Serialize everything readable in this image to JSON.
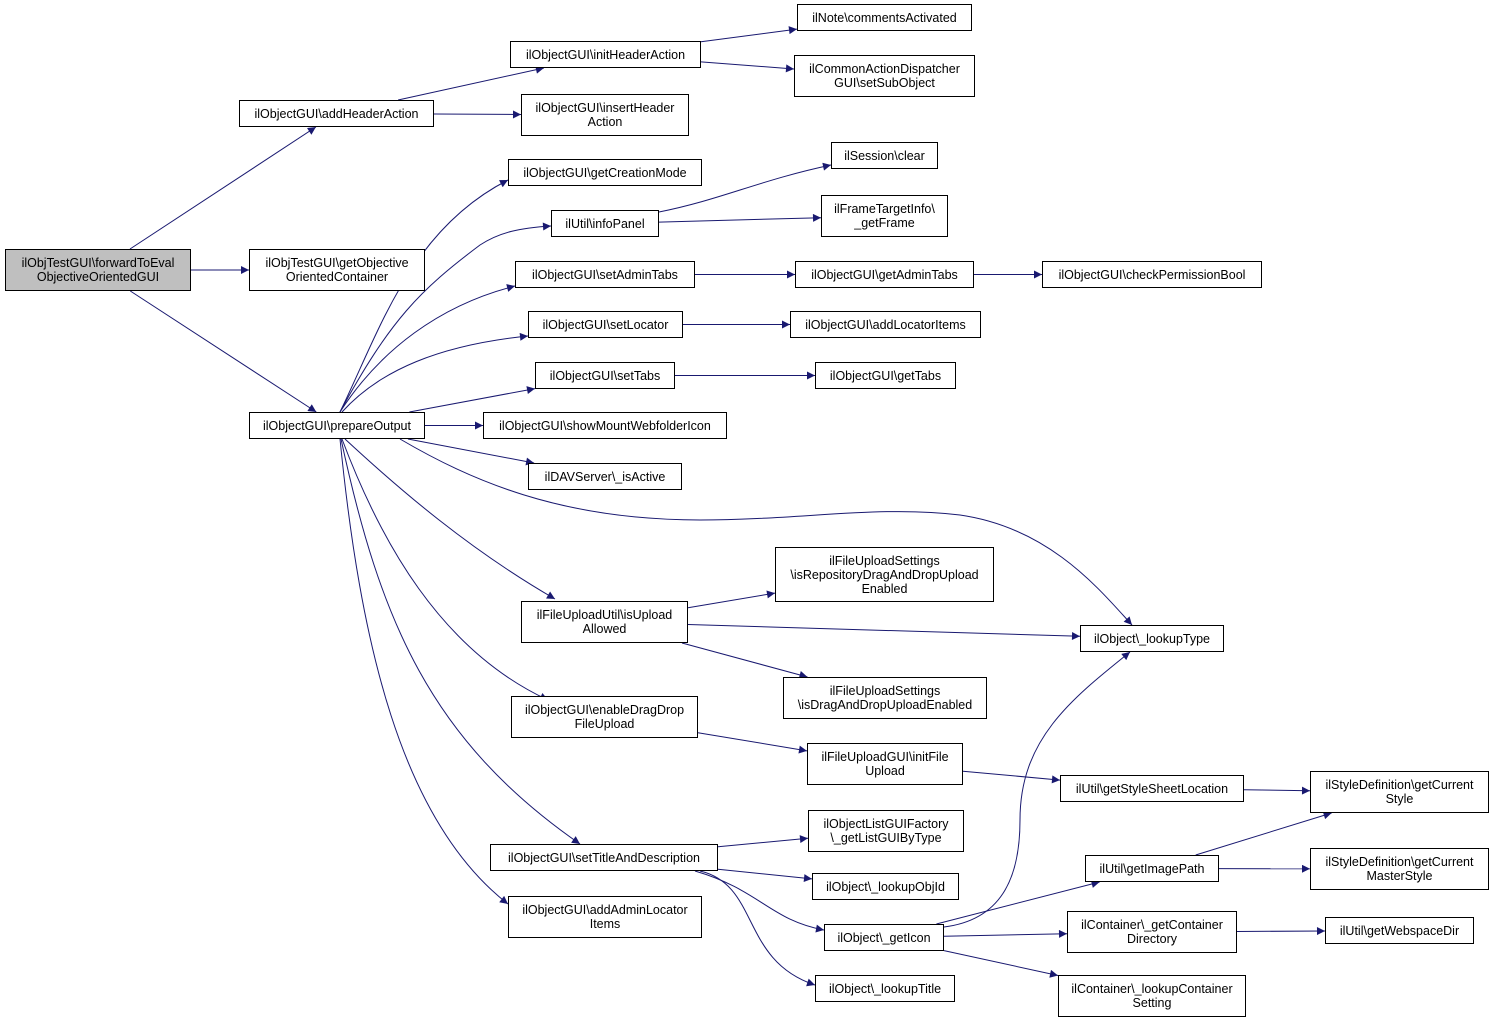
{
  "nodes": [
    {
      "id": "root",
      "lines": [
        "ilObjTestGUI\\forwardToEval",
        "ObjectiveOrientedGUI"
      ],
      "root": true
    },
    {
      "id": "addHeaderAction",
      "lines": [
        "ilObjectGUI\\addHeaderAction"
      ]
    },
    {
      "id": "getObjCont",
      "lines": [
        "ilObjTestGUI\\getObjective",
        "OrientedContainer"
      ]
    },
    {
      "id": "prepareOutput",
      "lines": [
        "ilObjectGUI\\prepareOutput"
      ]
    },
    {
      "id": "initHeaderAction",
      "lines": [
        "ilObjectGUI\\initHeaderAction"
      ]
    },
    {
      "id": "insertHeaderAction",
      "lines": [
        "ilObjectGUI\\insertHeader",
        "Action"
      ]
    },
    {
      "id": "commentsActivated",
      "lines": [
        "ilNote\\commentsActivated"
      ]
    },
    {
      "id": "setSubObject",
      "lines": [
        "ilCommonActionDispatcher",
        "GUI\\setSubObject"
      ]
    },
    {
      "id": "getCreationMode",
      "lines": [
        "ilObjectGUI\\getCreationMode"
      ]
    },
    {
      "id": "infoPanel",
      "lines": [
        "ilUtil\\infoPanel"
      ]
    },
    {
      "id": "sessionClear",
      "lines": [
        "ilSession\\clear"
      ]
    },
    {
      "id": "getFrame",
      "lines": [
        "ilFrameTargetInfo\\",
        "_getFrame"
      ]
    },
    {
      "id": "setAdminTabs",
      "lines": [
        "ilObjectGUI\\setAdminTabs"
      ]
    },
    {
      "id": "getAdminTabs",
      "lines": [
        "ilObjectGUI\\getAdminTabs"
      ]
    },
    {
      "id": "checkPermissionBool",
      "lines": [
        "ilObjectGUI\\checkPermissionBool"
      ]
    },
    {
      "id": "setLocator",
      "lines": [
        "ilObjectGUI\\setLocator"
      ]
    },
    {
      "id": "addLocatorItems",
      "lines": [
        "ilObjectGUI\\addLocatorItems"
      ]
    },
    {
      "id": "setTabs",
      "lines": [
        "ilObjectGUI\\setTabs"
      ]
    },
    {
      "id": "getTabs",
      "lines": [
        "ilObjectGUI\\getTabs"
      ]
    },
    {
      "id": "showMountWebfolderIcon",
      "lines": [
        "ilObjectGUI\\showMountWebfolderIcon"
      ]
    },
    {
      "id": "isActive",
      "lines": [
        "ilDAVServer\\_isActive"
      ]
    },
    {
      "id": "isRepoDnD",
      "lines": [
        "ilFileUploadSettings",
        "\\isRepositoryDragAndDropUpload",
        "Enabled"
      ]
    },
    {
      "id": "isUploadAllowed",
      "lines": [
        "ilFileUploadUtil\\isUpload",
        "Allowed"
      ]
    },
    {
      "id": "lookupType",
      "lines": [
        "ilObject\\_lookupType"
      ]
    },
    {
      "id": "isDnD",
      "lines": [
        "ilFileUploadSettings",
        "\\isDragAndDropUploadEnabled"
      ]
    },
    {
      "id": "enableDragDrop",
      "lines": [
        "ilObjectGUI\\enableDragDrop",
        "FileUpload"
      ]
    },
    {
      "id": "initFileUpload",
      "lines": [
        "ilFileUploadGUI\\initFile",
        "Upload"
      ]
    },
    {
      "id": "getStyleSheetLocation",
      "lines": [
        "ilUtil\\getStyleSheetLocation"
      ]
    },
    {
      "id": "getCurrentStyle",
      "lines": [
        "ilStyleDefinition\\getCurrent",
        "Style"
      ]
    },
    {
      "id": "getListGUIByType",
      "lines": [
        "ilObjectListGUIFactory",
        "\\_getListGUIByType"
      ]
    },
    {
      "id": "setTitleAndDescription",
      "lines": [
        "ilObjectGUI\\setTitleAndDescription"
      ]
    },
    {
      "id": "getImagePath",
      "lines": [
        "ilUtil\\getImagePath"
      ]
    },
    {
      "id": "getCurrentMasterStyle",
      "lines": [
        "ilStyleDefinition\\getCurrent",
        "MasterStyle"
      ]
    },
    {
      "id": "lookupObjId",
      "lines": [
        "ilObject\\_lookupObjId"
      ]
    },
    {
      "id": "addAdminLocatorItems",
      "lines": [
        "ilObjectGUI\\addAdminLocator",
        "Items"
      ]
    },
    {
      "id": "getIcon",
      "lines": [
        "ilObject\\_getIcon"
      ]
    },
    {
      "id": "getContainerDirectory",
      "lines": [
        "ilContainer\\_getContainer",
        "Directory"
      ]
    },
    {
      "id": "getWebspaceDir",
      "lines": [
        "ilUtil\\getWebspaceDir"
      ]
    },
    {
      "id": "lookupTitle",
      "lines": [
        "ilObject\\_lookupTitle"
      ]
    },
    {
      "id": "lookupContainerSetting",
      "lines": [
        "ilContainer\\_lookupContainer",
        "Setting"
      ]
    }
  ],
  "edges": [
    [
      "root",
      "addHeaderAction"
    ],
    [
      "root",
      "getObjCont"
    ],
    [
      "root",
      "prepareOutput"
    ],
    [
      "addHeaderAction",
      "initHeaderAction"
    ],
    [
      "addHeaderAction",
      "insertHeaderAction"
    ],
    [
      "initHeaderAction",
      "commentsActivated"
    ],
    [
      "initHeaderAction",
      "setSubObject"
    ],
    [
      "prepareOutput",
      "getCreationMode"
    ],
    [
      "prepareOutput",
      "infoPanel"
    ],
    [
      "prepareOutput",
      "setAdminTabs"
    ],
    [
      "prepareOutput",
      "setLocator"
    ],
    [
      "prepareOutput",
      "setTabs"
    ],
    [
      "prepareOutput",
      "showMountWebfolderIcon"
    ],
    [
      "prepareOutput",
      "isActive"
    ],
    [
      "prepareOutput",
      "lookupType"
    ],
    [
      "prepareOutput",
      "isUploadAllowed"
    ],
    [
      "prepareOutput",
      "enableDragDrop"
    ],
    [
      "prepareOutput",
      "setTitleAndDescription"
    ],
    [
      "prepareOutput",
      "addAdminLocatorItems"
    ],
    [
      "infoPanel",
      "sessionClear"
    ],
    [
      "infoPanel",
      "getFrame"
    ],
    [
      "setAdminTabs",
      "getAdminTabs"
    ],
    [
      "getAdminTabs",
      "checkPermissionBool"
    ],
    [
      "setLocator",
      "addLocatorItems"
    ],
    [
      "setTabs",
      "getTabs"
    ],
    [
      "isUploadAllowed",
      "isRepoDnD"
    ],
    [
      "isUploadAllowed",
      "lookupType"
    ],
    [
      "isUploadAllowed",
      "isDnD"
    ],
    [
      "enableDragDrop",
      "initFileUpload"
    ],
    [
      "initFileUpload",
      "getStyleSheetLocation"
    ],
    [
      "getStyleSheetLocation",
      "getCurrentStyle"
    ],
    [
      "setTitleAndDescription",
      "getListGUIByType"
    ],
    [
      "setTitleAndDescription",
      "lookupObjId"
    ],
    [
      "setTitleAndDescription",
      "getIcon"
    ],
    [
      "setTitleAndDescription",
      "lookupTitle"
    ],
    [
      "getIcon",
      "lookupType"
    ],
    [
      "getIcon",
      "getImagePath"
    ],
    [
      "getIcon",
      "getContainerDirectory"
    ],
    [
      "getIcon",
      "lookupContainerSetting"
    ],
    [
      "getImagePath",
      "getCurrentStyle"
    ],
    [
      "getImagePath",
      "getCurrentMasterStyle"
    ],
    [
      "getContainerDirectory",
      "getWebspaceDir"
    ]
  ]
}
